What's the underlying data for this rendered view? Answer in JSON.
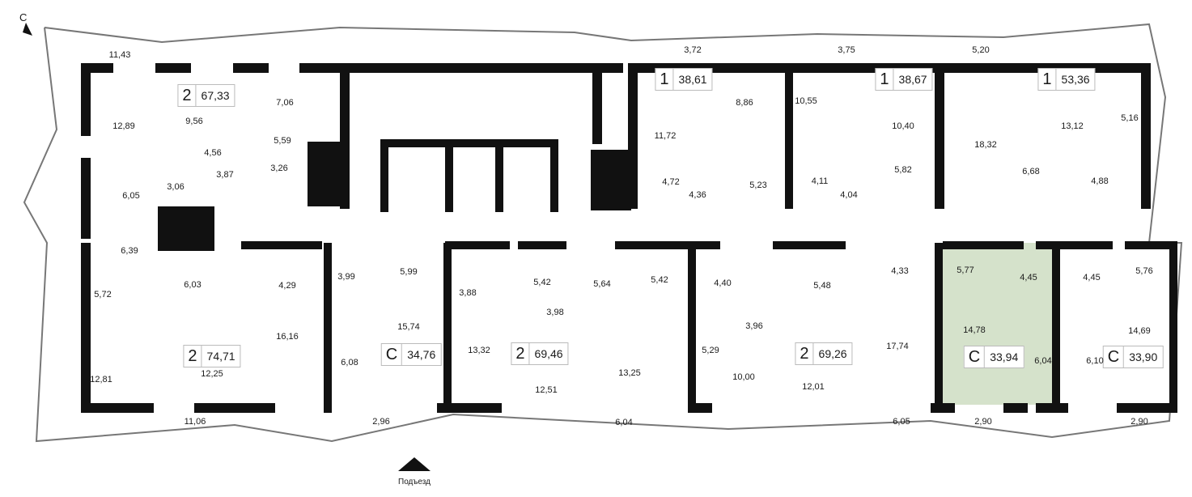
{
  "north_label": "С",
  "entrance_label": "Подъезд",
  "highlight_color": "#d5e2cb",
  "apartments": [
    {
      "type": "2",
      "area": "67,33"
    },
    {
      "type": "2",
      "area": "74,71"
    },
    {
      "type": "С",
      "area": "34,76"
    },
    {
      "type": "2",
      "area": "69,46"
    },
    {
      "type": "2",
      "area": "69,26"
    },
    {
      "type": "С",
      "area": "33,94"
    },
    {
      "type": "С",
      "area": "33,90"
    },
    {
      "type": "1",
      "area": "38,61"
    },
    {
      "type": "1",
      "area": "38,67"
    },
    {
      "type": "1",
      "area": "53,36"
    }
  ],
  "rooms": [
    "11,43",
    "7,06",
    "12,89",
    "9,56",
    "5,59",
    "4,56",
    "3,26",
    "3,87",
    "3,06",
    "6,05",
    "6,39",
    "5,72",
    "6,03",
    "12,81",
    "12,25",
    "4,29",
    "16,16",
    "3,99",
    "5,99",
    "6,08",
    "15,74",
    "11,06",
    "2,96",
    "3,88",
    "5,42",
    "5,64",
    "3,98",
    "13,32",
    "12,51",
    "13,25",
    "6,04",
    "5,42",
    "4,40",
    "3,96",
    "5,29",
    "10,00",
    "5,48",
    "12,01",
    "4,33",
    "17,74",
    "6,05",
    "5,77",
    "4,45",
    "14,78",
    "6,04",
    "2,90",
    "4,45",
    "5,76",
    "14,69",
    "6,10",
    "2,90",
    "3,72",
    "3,75",
    "5,20",
    "8,86",
    "11,72",
    "4,72",
    "4,36",
    "5,23",
    "10,55",
    "10,40",
    "5,82",
    "4,11",
    "4,04",
    "18,32",
    "13,12",
    "5,16",
    "6,68",
    "4,88"
  ]
}
